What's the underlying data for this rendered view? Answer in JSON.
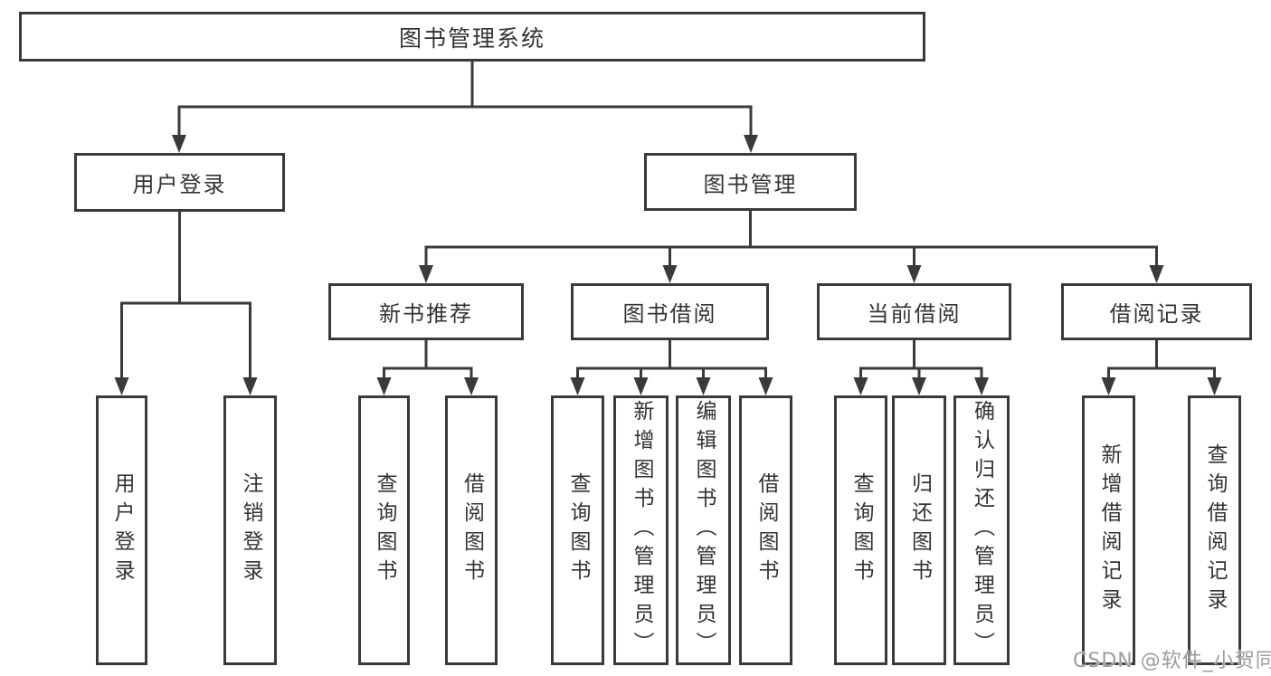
{
  "diagram": {
    "title": "图书管理系统",
    "root": {
      "label": "图书管理系统"
    },
    "level2": [
      {
        "id": "user-login",
        "label": "用户登录"
      },
      {
        "id": "book-management",
        "label": "图书管理"
      }
    ],
    "level3": [
      {
        "id": "new-book-recommend",
        "label": "新书推荐",
        "parent": "book-management"
      },
      {
        "id": "book-borrowing",
        "label": "图书借阅",
        "parent": "book-management"
      },
      {
        "id": "current-borrowing",
        "label": "当前借阅",
        "parent": "book-management"
      },
      {
        "id": "borrowing-records",
        "label": "借阅记录",
        "parent": "book-management"
      }
    ],
    "leaves": [
      {
        "id": "user-login-leaf",
        "label": "用户登录",
        "parent": "user-login"
      },
      {
        "id": "logout",
        "label": "注销登录",
        "parent": "user-login"
      },
      {
        "id": "query-books-1",
        "label": "查询图书",
        "parent": "new-book-recommend"
      },
      {
        "id": "borrow-books-1",
        "label": "借阅图书",
        "parent": "new-book-recommend"
      },
      {
        "id": "query-books-2",
        "label": "查询图书",
        "parent": "book-borrowing"
      },
      {
        "id": "add-books-admin",
        "label": "新增图书（管理员）",
        "parent": "book-borrowing"
      },
      {
        "id": "edit-books-admin",
        "label": "编辑图书（管理员）",
        "parent": "book-borrowing"
      },
      {
        "id": "borrow-books-2",
        "label": "借阅图书",
        "parent": "book-borrowing"
      },
      {
        "id": "query-books-3",
        "label": "查询图书",
        "parent": "current-borrowing"
      },
      {
        "id": "return-books",
        "label": "归还图书",
        "parent": "current-borrowing"
      },
      {
        "id": "confirm-return-admin",
        "label": "确认归还（管理员）",
        "parent": "current-borrowing"
      },
      {
        "id": "add-borrow-record",
        "label": "新增借阅记录",
        "parent": "borrowing-records"
      },
      {
        "id": "query-borrow-record",
        "label": "查询借阅记录",
        "parent": "borrowing-records"
      }
    ]
  },
  "watermark": {
    "text": "CSDN @软件_小贺同学"
  },
  "colors": {
    "line": "#3a3a3a",
    "text": "#333333",
    "background": "#ffffff",
    "watermark": "#9d9d9d"
  }
}
